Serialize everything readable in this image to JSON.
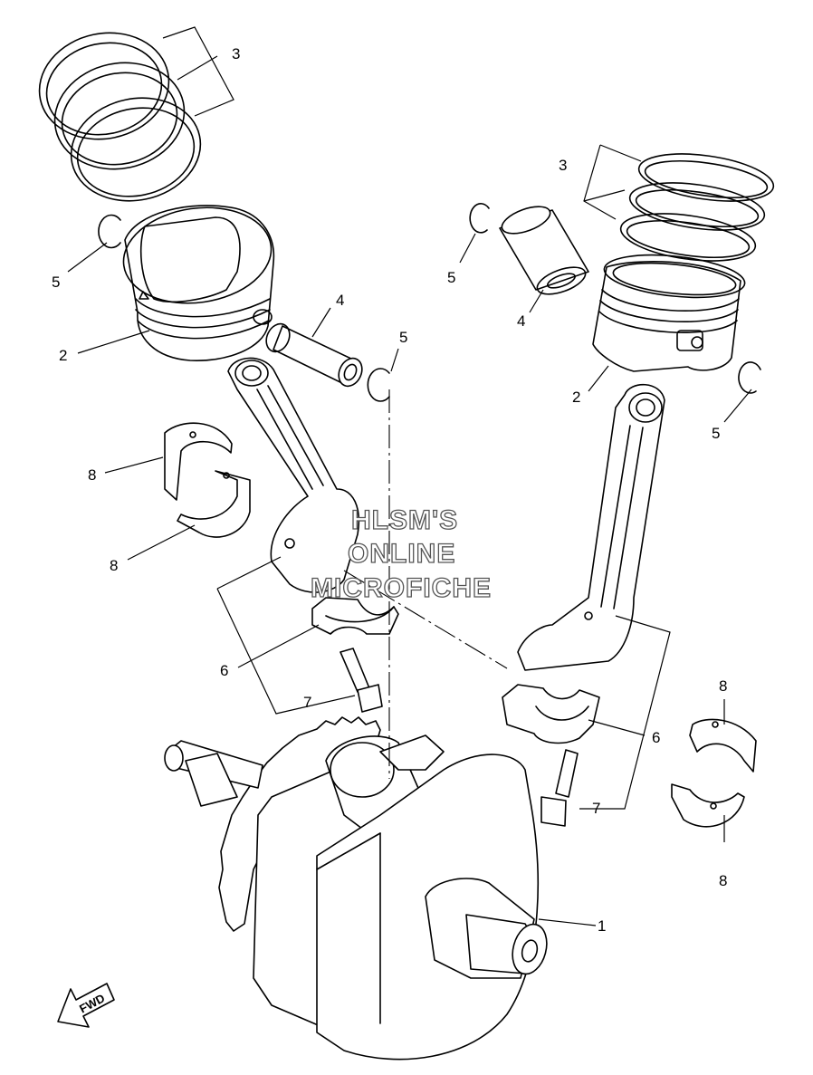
{
  "diagram": {
    "callouts": {
      "c1": "1",
      "c2a": "2",
      "c2b": "2",
      "c3a": "3",
      "c3b": "3",
      "c4a": "4",
      "c4b": "4",
      "c5a": "5",
      "c5b": "5",
      "c5c": "5",
      "c5d": "5",
      "c6a": "6",
      "c6b": "6",
      "c7a": "7",
      "c7b": "7",
      "c8a": "8",
      "c8b": "8",
      "c8c": "8",
      "c8d": "8"
    },
    "watermark": {
      "line1": "HLSM'S",
      "line2": "ONLINE",
      "line3": "MICROFICHE"
    },
    "fwd_label": "FWD"
  }
}
